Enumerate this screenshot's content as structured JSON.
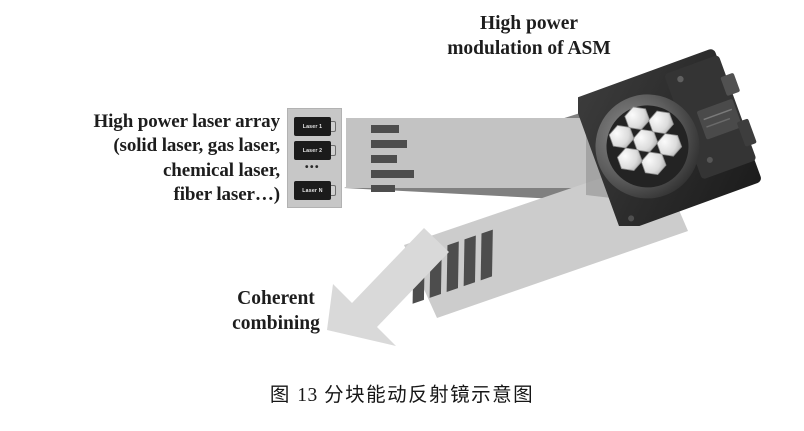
{
  "figure": {
    "title_label": "High power\nmodulation of ASM",
    "laser_array_label": "High power laser array\n(solid laser, gas laser,\nchemical laser,\nfiber laser…)",
    "coherent_label": "Coherent\ncombining"
  },
  "caption": {
    "prefix": "图",
    "number": "13",
    "text": "分块能动反射镜示意图"
  },
  "laser_array": {
    "modules": [
      {
        "label": "Laser 1"
      },
      {
        "label": "Laser 2"
      },
      {
        "label": "Laser N"
      }
    ],
    "ellipsis": "•••"
  },
  "beams": {
    "input_beam": {
      "name": "unmodulated high power beam",
      "bar_count": 5,
      "bar_widths": [
        28,
        36,
        26,
        43,
        24
      ]
    },
    "converging_wedge": {
      "name": "beam converging onto ASM"
    },
    "output_beam": {
      "name": "coherently combined output beam",
      "bar_count": 5
    },
    "arrow": {
      "name": "output direction arrow",
      "direction": "down-left"
    }
  },
  "device": {
    "name": "active segmented mirror (ASM)",
    "segment_count": 7
  },
  "colors": {
    "input_beam": "#c3c3c3",
    "converging_wedge": "#808080",
    "output_beam": "#cccccc",
    "arrow": "#d4d4d4",
    "beam_bar": "#4d4d4d",
    "panel": "#c7c7c7",
    "laser_module": "#1b1b1b",
    "device_body": "#2e2e2e",
    "text": "#1d1d1d",
    "background": "#ffffff"
  }
}
